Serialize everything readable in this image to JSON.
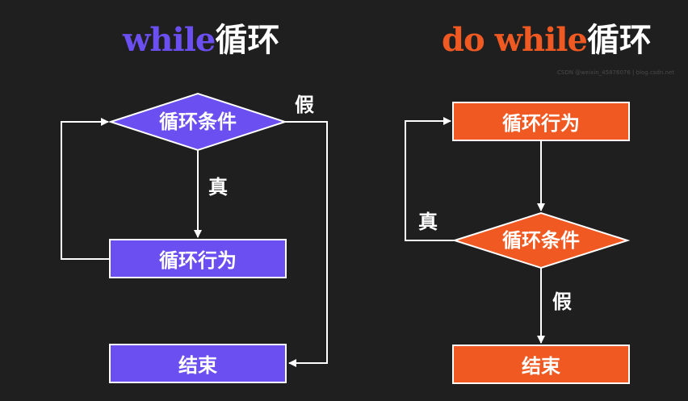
{
  "left": {
    "title_en": "while",
    "title_zh": "循环",
    "condition": "循环条件",
    "action": "循环行为",
    "end": "结束",
    "true_label": "真",
    "false_label": "假"
  },
  "right": {
    "title_en": "do while",
    "title_zh": "循环",
    "action": "循环行为",
    "condition": "循环条件",
    "end": "结束",
    "true_label": "真",
    "false_label": "假"
  },
  "watermark": "CSDN @weixin_45876076 | blog.csdn.net",
  "colors": {
    "background": "#1f1f1f",
    "purple": "#6b4ff0",
    "orange": "#f05a22",
    "line": "#ffffff"
  }
}
